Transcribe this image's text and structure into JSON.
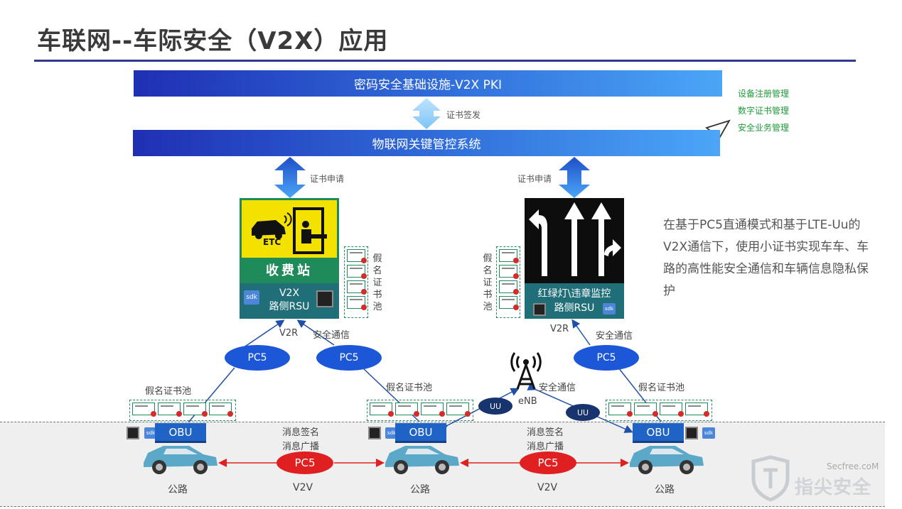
{
  "title": "车联网--车际安全（V2X）应用",
  "pki_bar": "密码安全基础设施-V2X PKI",
  "issue_label": "证书签发",
  "mgmt_bar": "物联网关键管控系统",
  "side_categories": [
    "设备注册管理",
    "数字证书管理",
    "安全业务管理"
  ],
  "cert_apply_left": "证书申请",
  "cert_apply_right": "证书申请",
  "toll": {
    "etc": "ETC",
    "station": "收费站",
    "rsu_line1": "V2X",
    "rsu_line2": "路侧RSU",
    "sdk": "sdk"
  },
  "traffic": {
    "rsu_line1": "红绿灯\\违章监控",
    "rsu_line2": "路侧RSU",
    "sdk": "sdk"
  },
  "pseudonym_vertical": [
    "假",
    "名",
    "证",
    "书",
    "池"
  ],
  "pseudonym_pool": "假名证书池",
  "v2r": "V2R",
  "secure_comm": "安全通信",
  "pc5": "PC5",
  "uu": "UU",
  "enb": "eNB",
  "obu": "OBU",
  "msg_sign": "消息签名",
  "msg_broadcast": "消息广播",
  "v2v": "V2V",
  "road": "公路",
  "description": "在基于PC5直通模式和基于LTE-Uu的V2X通信下，使用小证书实现车车、车路的高性能安全通信和车辆信息隐私保护",
  "watermark_site": "Secfree.coM",
  "watermark_brand": "指尖安全",
  "colors": {
    "accent_blue": "#1c57d8",
    "green": "#1f9a3a",
    "red": "#e02020",
    "teal": "#1f6e78"
  }
}
